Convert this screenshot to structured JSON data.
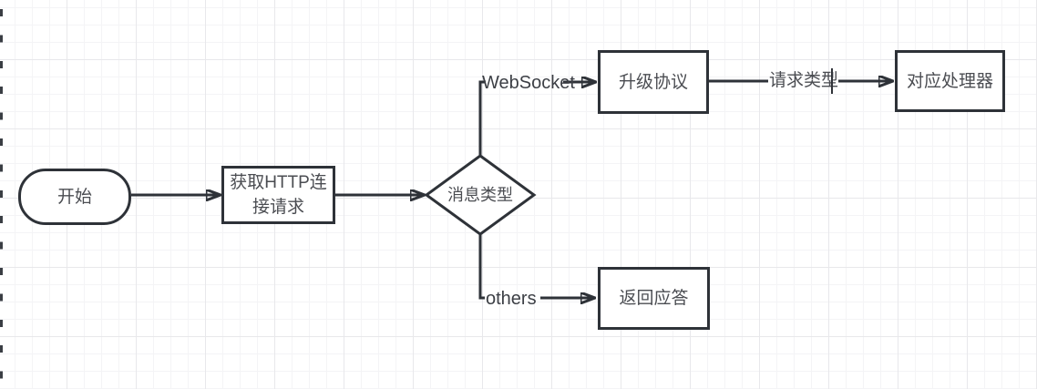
{
  "canvas": {
    "background": "#ffffff",
    "grid_minor_color": "#f4f4f6",
    "grid_major_color": "#e8e8eb",
    "stroke_color": "#2e3238",
    "text_color": "#4b4d52"
  },
  "flowchart": {
    "nodes": [
      {
        "id": "start",
        "shape": "stadium",
        "label": "开始"
      },
      {
        "id": "get-http-request",
        "shape": "rect",
        "label": "获取HTTP连接请求"
      },
      {
        "id": "message-type",
        "shape": "diamond",
        "label": "消息类型"
      },
      {
        "id": "upgrade-protocol",
        "shape": "rect",
        "label": "升级协议"
      },
      {
        "id": "handler",
        "shape": "rect",
        "label": "对应处理器"
      },
      {
        "id": "return-reply",
        "shape": "rect",
        "label": "返回应答"
      }
    ],
    "edges": [
      {
        "from": "start",
        "to": "get-http-request",
        "label": ""
      },
      {
        "from": "get-http-request",
        "to": "message-type",
        "label": ""
      },
      {
        "from": "message-type",
        "to": "upgrade-protocol",
        "label": "WebSocket"
      },
      {
        "from": "upgrade-protocol",
        "to": "handler",
        "label": "请求类型",
        "editing": true
      },
      {
        "from": "message-type",
        "to": "return-reply",
        "label": "others"
      }
    ]
  }
}
